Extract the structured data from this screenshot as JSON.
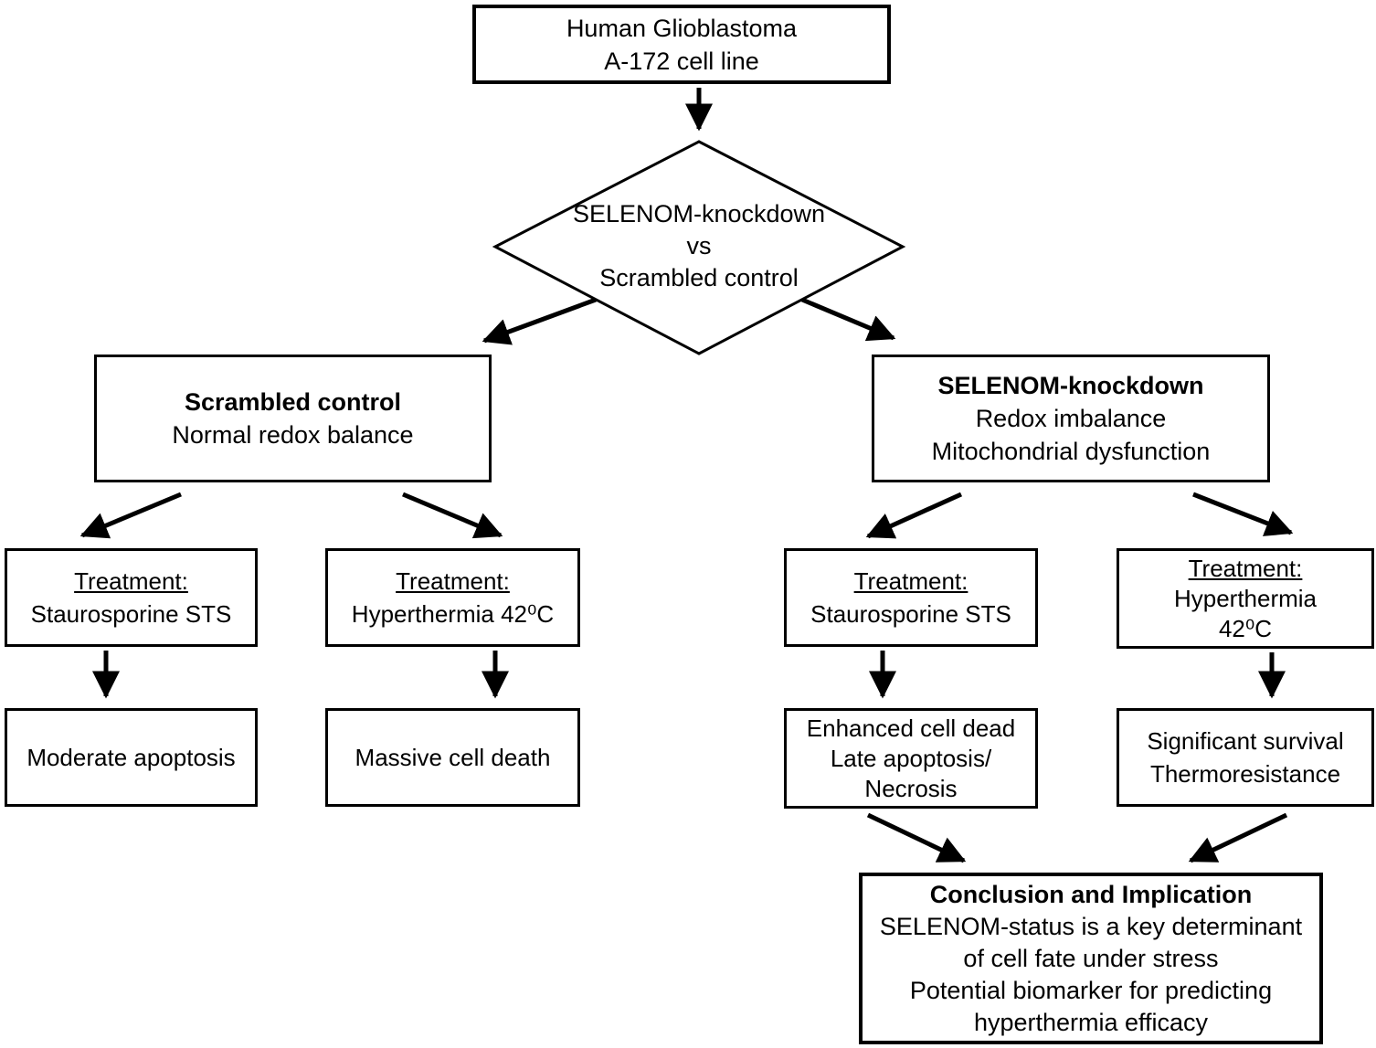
{
  "diagram": {
    "top_box": {
      "line1": "Human Glioblastoma",
      "line2": "A-172 cell line"
    },
    "decision": {
      "line1": "SELENOM-knockdown",
      "line2": "vs",
      "line3": "Scrambled control"
    },
    "left_branch": {
      "title": "Scrambled control",
      "line1": "Normal redox balance"
    },
    "right_branch": {
      "title": "SELENOM-knockdown",
      "line1": "Redox imbalance",
      "line2": "Mitochondrial dysfunction"
    },
    "treatments": [
      {
        "label": "Treatment:",
        "line1": "Staurosporine STS"
      },
      {
        "label": "Treatment:",
        "line1": "Hyperthermia 42⁰C"
      },
      {
        "label": "Treatment:",
        "line1": "Staurosporine STS"
      },
      {
        "label": "Treatment:",
        "line1": "Hyperthermia",
        "line2": "42⁰C"
      }
    ],
    "outcomes": [
      {
        "line1": "Moderate apoptosis"
      },
      {
        "line1": "Massive cell death"
      },
      {
        "line1": "Enhanced cell dead",
        "line2": "Late apoptosis/",
        "line3": "Necrosis"
      },
      {
        "line1": "Significant survival",
        "line2": "Thermoresistance"
      }
    ],
    "conclusion": {
      "title": "Conclusion and Implication",
      "line1": "SELENOM-status is a key determinant",
      "line2": "of cell fate under stress",
      "line3": "Potential biomarker for predicting",
      "line4": "hyperthermia efficacy"
    },
    "colors": {
      "stroke": "#000000",
      "background": "#ffffff"
    }
  }
}
